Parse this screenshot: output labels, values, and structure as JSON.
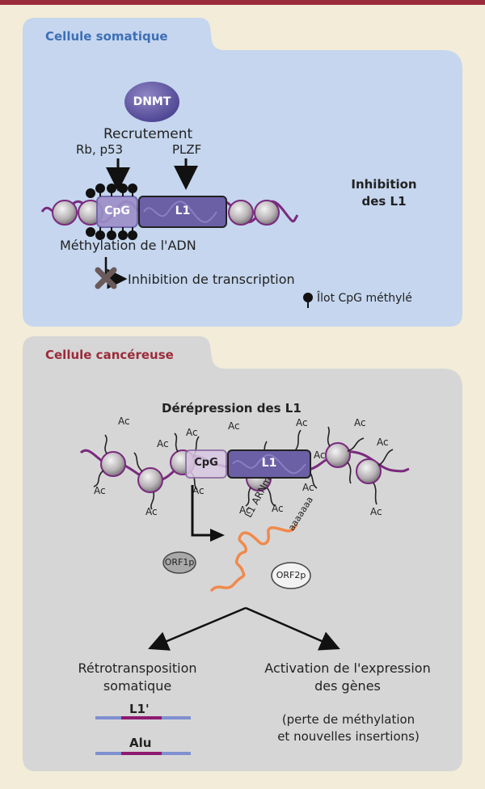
{
  "somatic": {
    "title": "Cellule somatique",
    "dnmt": "DNMT",
    "recruitment": "Recrutement",
    "rb_p53": "Rb, p53",
    "plzf": "PLZF",
    "cpg": "CpG",
    "l1": "L1",
    "methylation": "Méthylation de l'ADN",
    "inhibition_transcription": "Inhibition de transcription",
    "inhibition_l1": [
      "Inhibition",
      "des L1"
    ],
    "legend": "Îlot CpG méthylé"
  },
  "cancer": {
    "title": "Cellule cancéreuse",
    "derepression": "Dérépression des L1",
    "ac": "Ac",
    "cpg": "CpG",
    "l1": "L1",
    "mrna": "L1 ARNm",
    "polya": "aaaaaaa",
    "orf1p": "ORF1p",
    "orf2p": "ORF2p",
    "retro": [
      "Rétrotransposition",
      "somatique"
    ],
    "activation": [
      "Activation de l'expression",
      "des gènes"
    ],
    "l1_prime": "L1'",
    "alu": "Alu",
    "note": [
      "(perte de méthylation",
      "et nouvelles insertions)"
    ]
  },
  "colors": {
    "topbar": "#9b2b3a",
    "somatic_panel": "#c5d6ee",
    "somatic_title": "#3d6fb6",
    "cancer_panel": "#d6d6d6",
    "cancer_title": "#9b2b3a",
    "dna": "#7a2a7e",
    "element": "#6b5fa6",
    "rna": "#f08a4b"
  }
}
